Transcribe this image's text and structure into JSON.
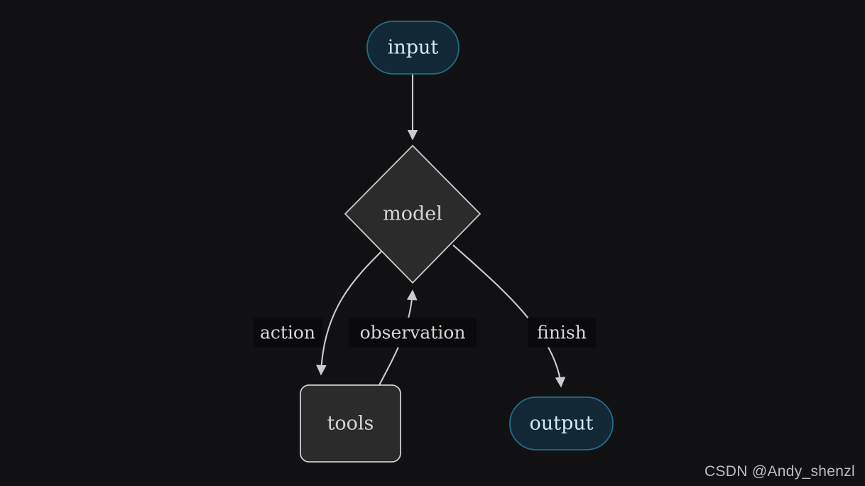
{
  "diagram": {
    "title": "agent-loop-flowchart",
    "background_color": "#111114",
    "nodes": [
      {
        "id": "input",
        "label": "input",
        "shape": "stadium",
        "fill": "#132836",
        "stroke": "#1f6f87",
        "text_color": "#cfe9f7"
      },
      {
        "id": "model",
        "label": "model",
        "shape": "diamond",
        "fill": "#2b2b2b",
        "stroke": "#cccccc",
        "text_color": "#d5d5d5"
      },
      {
        "id": "tools",
        "label": "tools",
        "shape": "rounded-rect",
        "fill": "#2b2b2b",
        "stroke": "#cccccc",
        "text_color": "#d5d5d5"
      },
      {
        "id": "output",
        "label": "output",
        "shape": "stadium",
        "fill": "#132836",
        "stroke": "#1f6f87",
        "text_color": "#cfe9f7"
      }
    ],
    "edges": [
      {
        "id": "input-model",
        "from": "input",
        "to": "model",
        "label": "",
        "arrow": true
      },
      {
        "id": "model-tools",
        "from": "model",
        "to": "tools",
        "label": "action",
        "arrow": true
      },
      {
        "id": "tools-model",
        "from": "tools",
        "to": "model",
        "label": "observation",
        "arrow": true
      },
      {
        "id": "model-output",
        "from": "model",
        "to": "output",
        "label": "finish",
        "arrow": true
      }
    ],
    "edge_label_bg": "#0a0a0c",
    "edge_color": "#cccccc"
  },
  "watermark": {
    "text": "CSDN @Andy_shenzl"
  }
}
